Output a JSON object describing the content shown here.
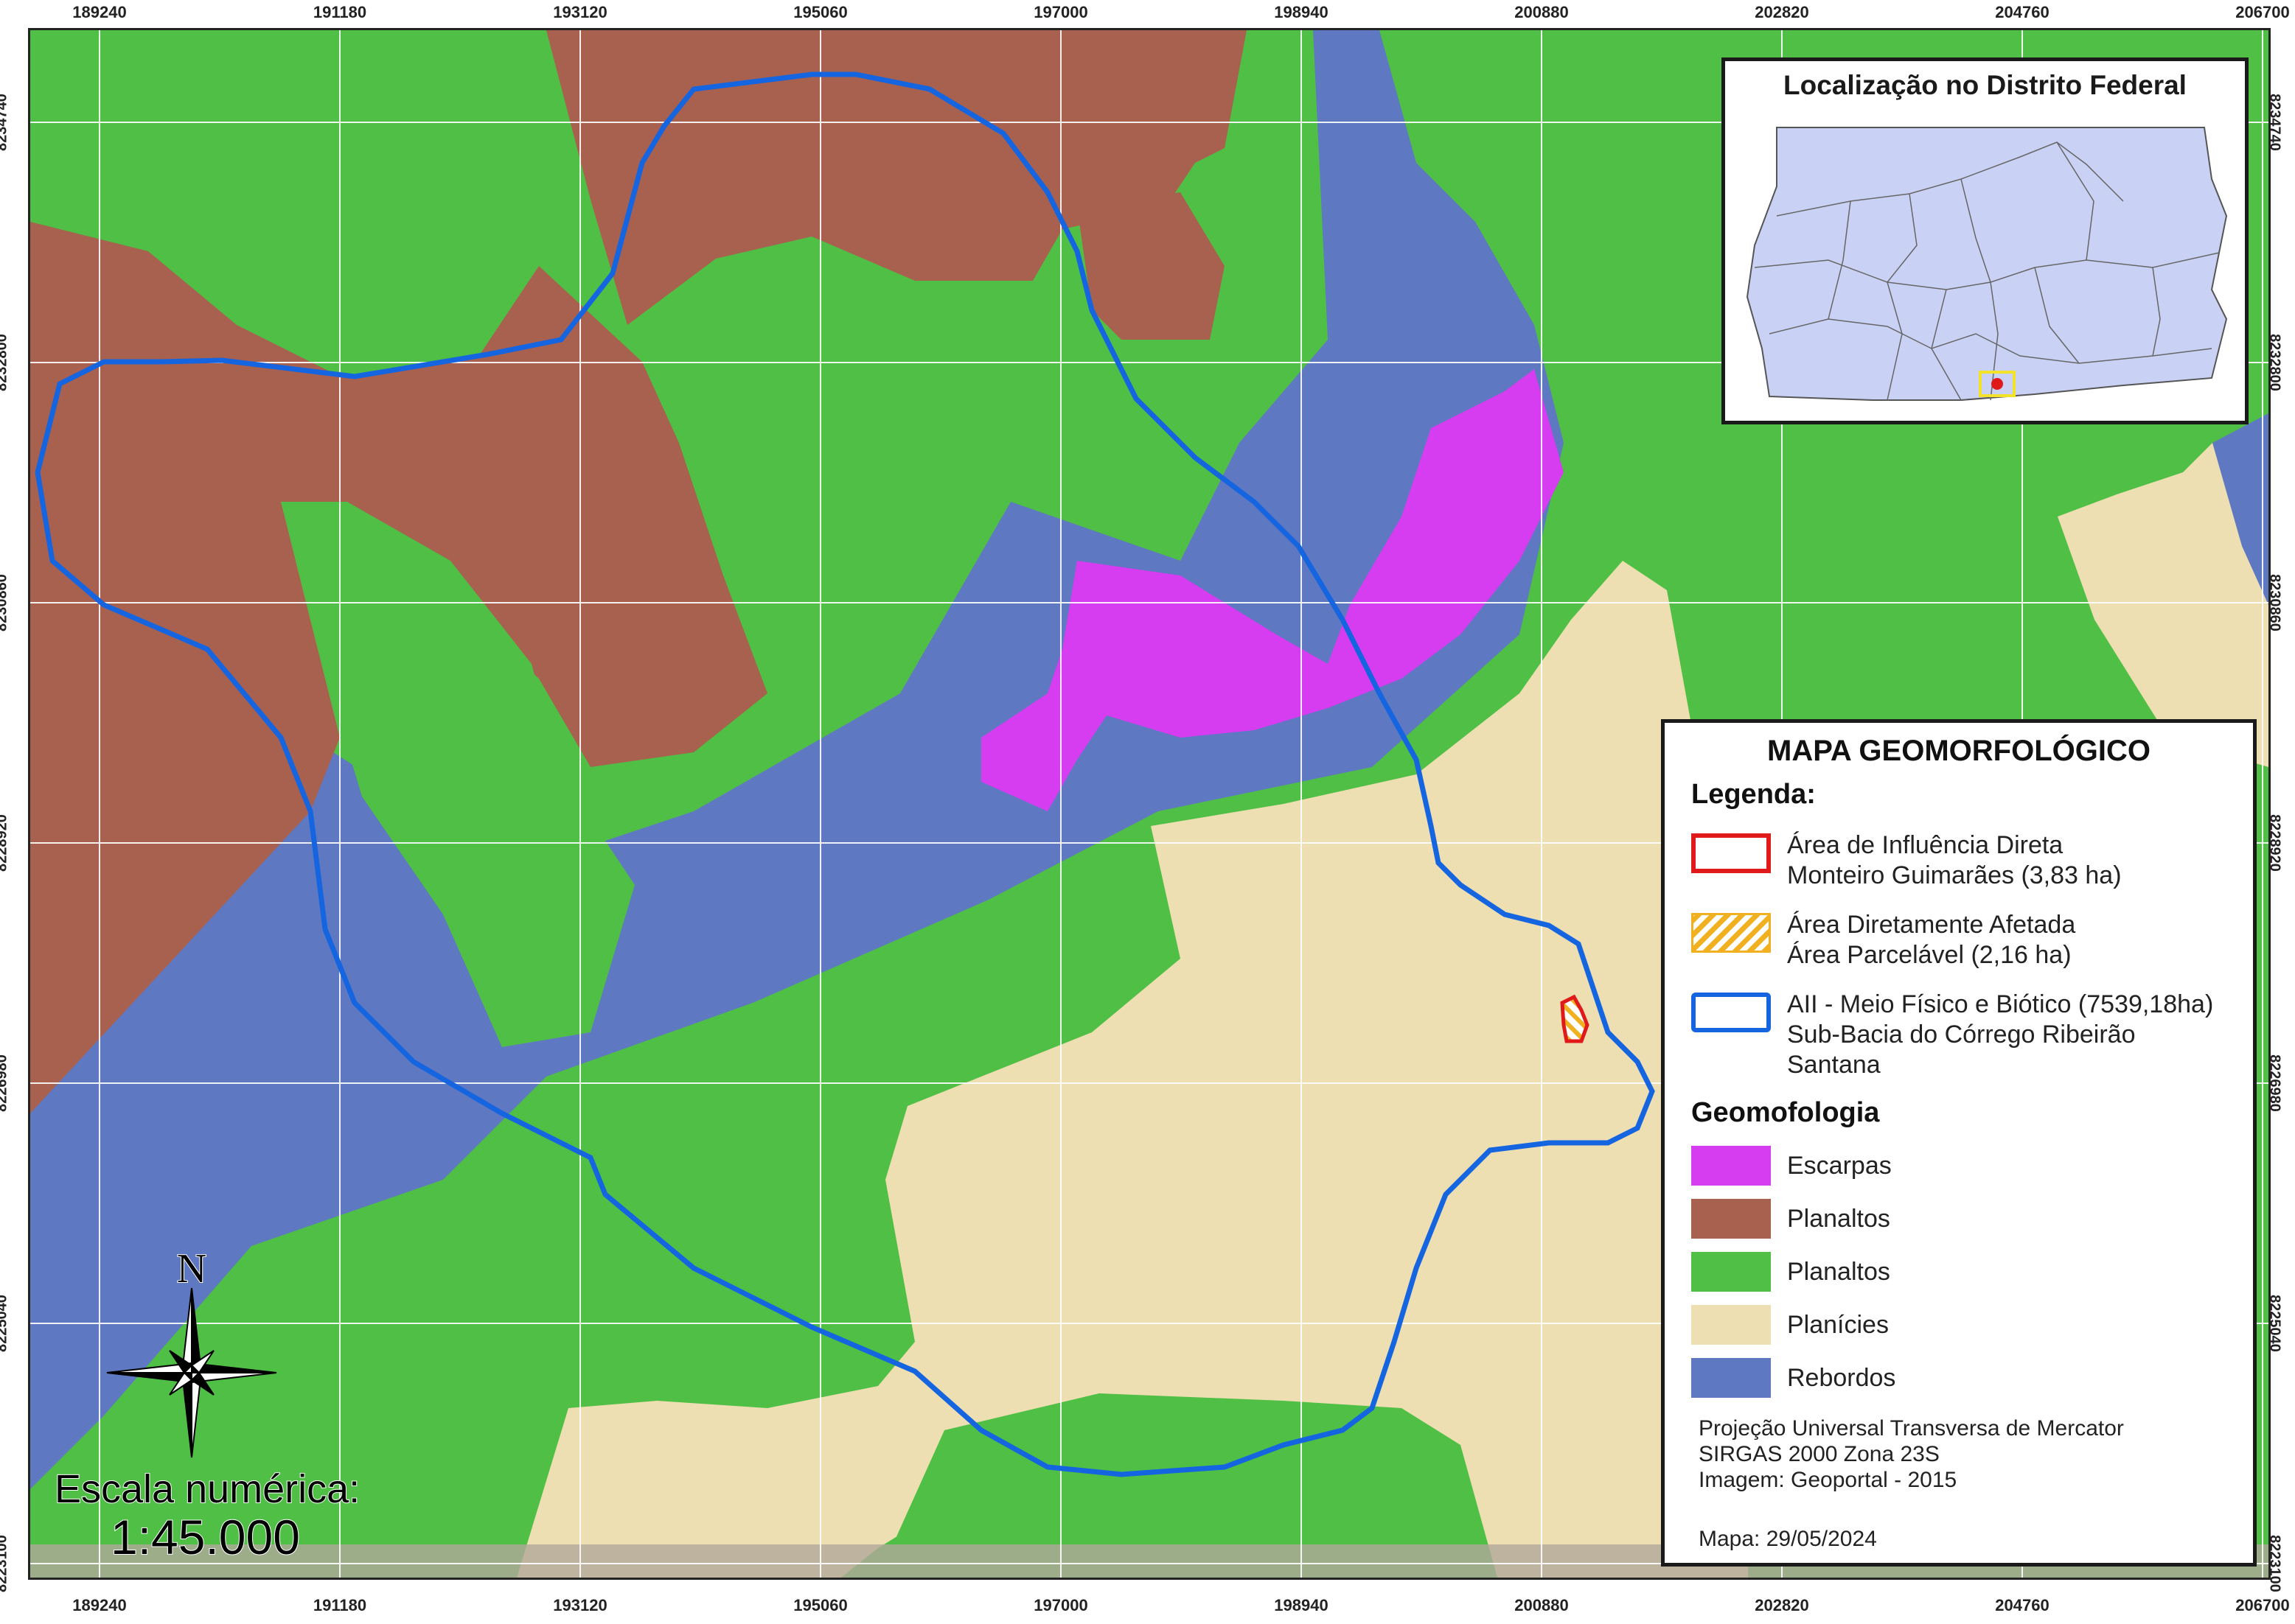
{
  "map": {
    "coords_x": [
      "189240",
      "191180",
      "193120",
      "195060",
      "197000",
      "198940",
      "200880",
      "202820",
      "204760",
      "206700"
    ],
    "coords_y": [
      "8234740",
      "8232800",
      "8230860",
      "8228920",
      "8226980",
      "8225040",
      "8223100"
    ],
    "colors": {
      "escarpas": "#d63cf0",
      "planaltos_brown": "#a8614f",
      "planaltos_green": "#4fbf45",
      "planicies": "#eedfb2",
      "rebordos": "#5f78c2",
      "subbacia_line": "#1565e0",
      "aid_line": "#e01a1a",
      "ada_hatch": "#f0b020",
      "grid": "#ffffff"
    }
  },
  "inset": {
    "title": "Localização no Distrito Federal",
    "fill": "#c9d2f5"
  },
  "legend": {
    "title": "MAPA GEOMORFOLÓGICO",
    "heading_legenda": "Legenda:",
    "aid": [
      "Área de Influência Direta",
      "Monteiro Guimarães (3,83 ha)"
    ],
    "ada": [
      "Área Diretamente Afetada",
      "Área Parcelável (2,16 ha)"
    ],
    "aii": [
      "AII - Meio Físico e Biótico (7539,18ha)",
      "Sub-Bacia do Córrego Ribeirão",
      "Santana"
    ],
    "heading_geo": "Geomofologia",
    "classes": [
      {
        "label": "Escarpas",
        "color": "#d63cf0"
      },
      {
        "label": "Planaltos",
        "color": "#a8614f"
      },
      {
        "label": "Planaltos",
        "color": "#4fbf45"
      },
      {
        "label": "Planícies",
        "color": "#eedfb2"
      },
      {
        "label": "Rebordos",
        "color": "#5f78c2"
      }
    ],
    "projection": [
      "Projeção Universal Transversa de Mercator",
      "SIRGAS 2000 Zona 23S",
      "Imagem: Geoportal - 2015"
    ],
    "date": "Mapa: 29/05/2024"
  },
  "scale": {
    "label": "Escala numérica:",
    "value": "1:45.000"
  },
  "north": {
    "letter": "N"
  }
}
